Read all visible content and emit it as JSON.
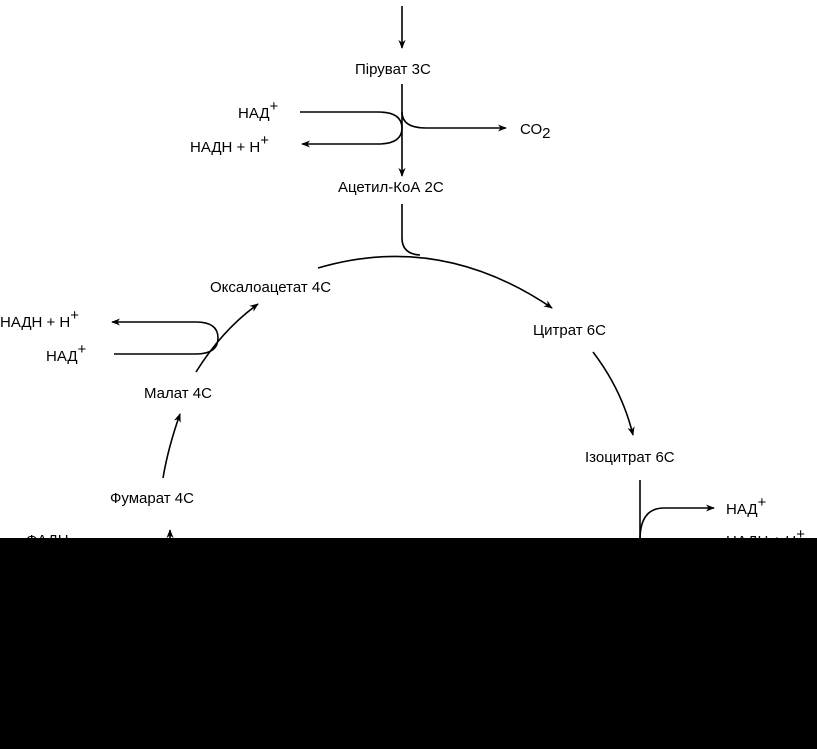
{
  "metabolites": {
    "pyruvate": "Піруват 3С",
    "acetyl_coa": "Ацетил-КоА 2С",
    "citrate": "Цитрат 6С",
    "isocitrate": "Ізоцитрат 6С",
    "oxaloacetate": "Оксалоацетат 4С",
    "malate": "Малат 4С",
    "fumarate": "Фумарат 4С"
  },
  "cofactors": {
    "nad_plus_1": "НАД",
    "nadh_h_1": "НАДН + Н",
    "co2": "СО",
    "co2_sub": "2",
    "nadh_h_2": "НАДН + Н",
    "nad_plus_2": "НАД",
    "nad_plus_3": "НАД",
    "nadh_h_3_partial": "НАДН + Н",
    "fadh_partial": "ФАДН"
  },
  "superscripts": {
    "plus": "+"
  },
  "colors": {
    "ink": "#000000",
    "paper": "#ffffff",
    "occluder": "#000000"
  }
}
